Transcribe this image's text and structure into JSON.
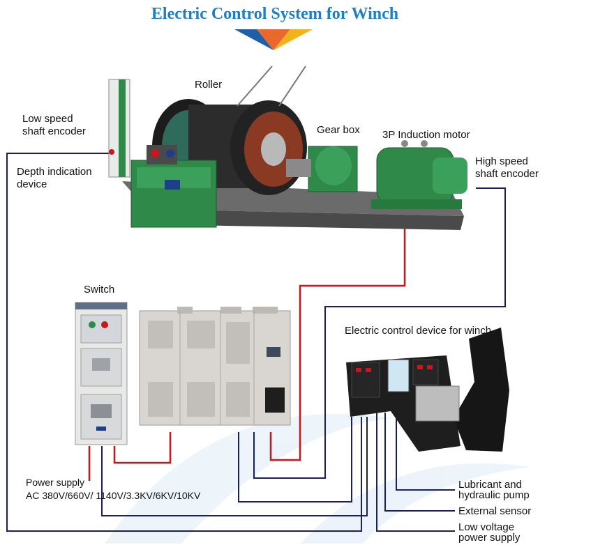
{
  "title": "Electric Control System for Winch",
  "labels": {
    "roller": "Roller",
    "low_speed_encoder_line1": "Low speed",
    "low_speed_encoder_line2": "shaft encoder",
    "depth_indication_line1": "Depth indication",
    "depth_indication_line2": "device",
    "gear_box": "Gear box",
    "motor": "3P Induction motor",
    "high_speed_encoder_line1": "High speed",
    "high_speed_encoder_line2": "shaft encoder",
    "switch": "Switch",
    "control_device": "Electric control device for winch",
    "power_supply_line1": "Power supply",
    "power_supply_line2": "AC 380V/660V/ 1140V/3.3KV/6KV/10KV",
    "lubricant_line1": "Lubricant and",
    "lubricant_line2": "hydraulic pump",
    "external_sensor": "External sensor",
    "low_voltage_line1": "Low voltage",
    "low_voltage_line2": "power supply"
  },
  "colors": {
    "title": "#1f7fc4",
    "power_wire": "#c8171d",
    "signal_wire": "#1a1f5e",
    "equipment_green": "#2f8a4a",
    "cabinet_gray": "#d9d6d2",
    "console_black": "#1e1e1e"
  }
}
